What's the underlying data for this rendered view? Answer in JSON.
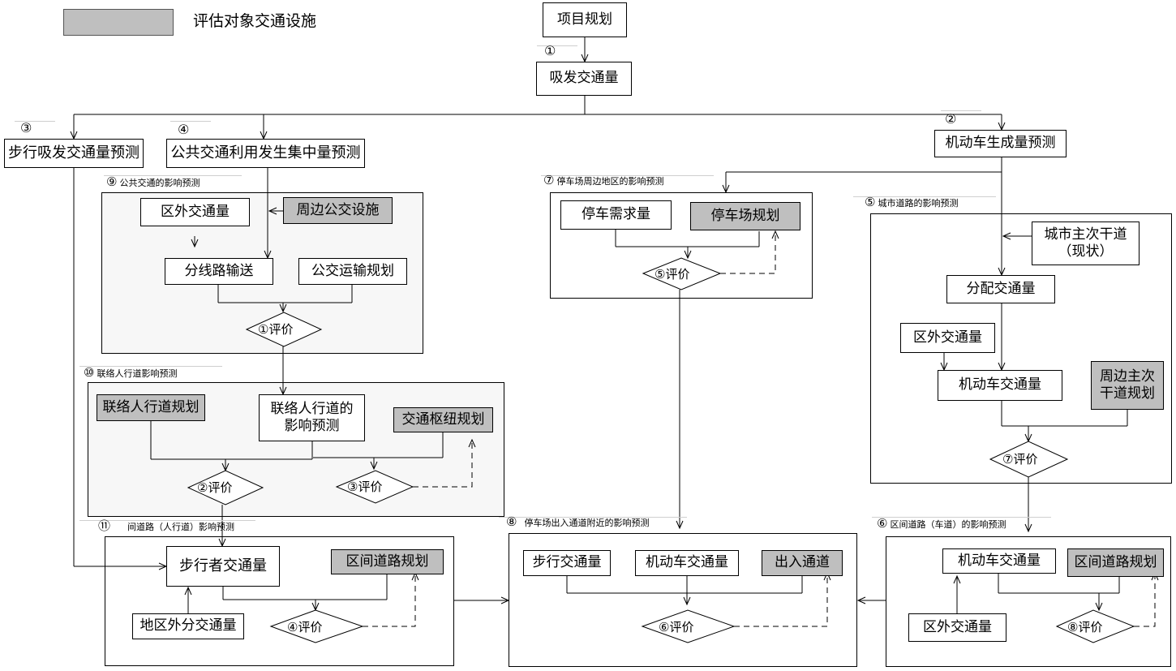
{
  "legend": {
    "label": "评估对象交通设施",
    "swatch_color": "#bfbfbf"
  },
  "step_markers": {
    "s1": "①",
    "s2": "②",
    "s3": "③",
    "s4": "④"
  },
  "top": {
    "project": "项目规划",
    "attract": "吸发交通量"
  },
  "branches": {
    "walk_forecast": "步行吸发交通量预测",
    "transit_forecast": "公共交通利用发生集中量预测",
    "motor_forecast": "机动车生成量预测"
  },
  "region9": {
    "num": "⑨",
    "title": "公共交通的影响预测",
    "external": "区外交通量",
    "bus_facility": "周边公交设施",
    "route_assign": "分线路输送",
    "bus_plan": "公交运输规划",
    "eval": "①评价"
  },
  "region10": {
    "num": "⑩",
    "title": "联络人行道影响预测",
    "walkway_plan": "联络人行道规划",
    "walkway_forecast": "联络人行道的\n影响预测",
    "hub_plan": "交通枢纽规划",
    "eval2": "②评价",
    "eval3": "③评价"
  },
  "region11": {
    "num": "⑪",
    "title": "间道路（人行道）影响预测",
    "ped_volume": "步行者交通量",
    "road_plan": "区间道路规划",
    "area_split": "地区外分交通量",
    "eval": "④评价"
  },
  "region7": {
    "num": "⑦",
    "title": "停车场周边地区的影响预测",
    "parking_demand": "停车需求量",
    "parking_plan": "停车场规划",
    "eval": "⑤评价"
  },
  "region8": {
    "num": "⑧",
    "title": "停车场出入通道附近的影响预测",
    "walk_volume": "步行交通量",
    "motor_volume": "机动车交通量",
    "access": "出入通道",
    "eval": "⑥评价"
  },
  "region5": {
    "num": "⑤",
    "title": "城市道路的影响预测",
    "arterial": "城市主次干道\n（现状）",
    "assign": "分配交通量",
    "external": "区外交通量",
    "motor_volume": "机动车交通量",
    "arterial_plan": "周边主次\n干道规划",
    "eval": "⑦评价"
  },
  "region6": {
    "num": "⑥",
    "title": "区间道路（车道）的影响预测",
    "motor_volume": "机动车交通量",
    "road_plan": "区间道路规划",
    "external": "区外交通量",
    "eval": "⑧评价"
  }
}
